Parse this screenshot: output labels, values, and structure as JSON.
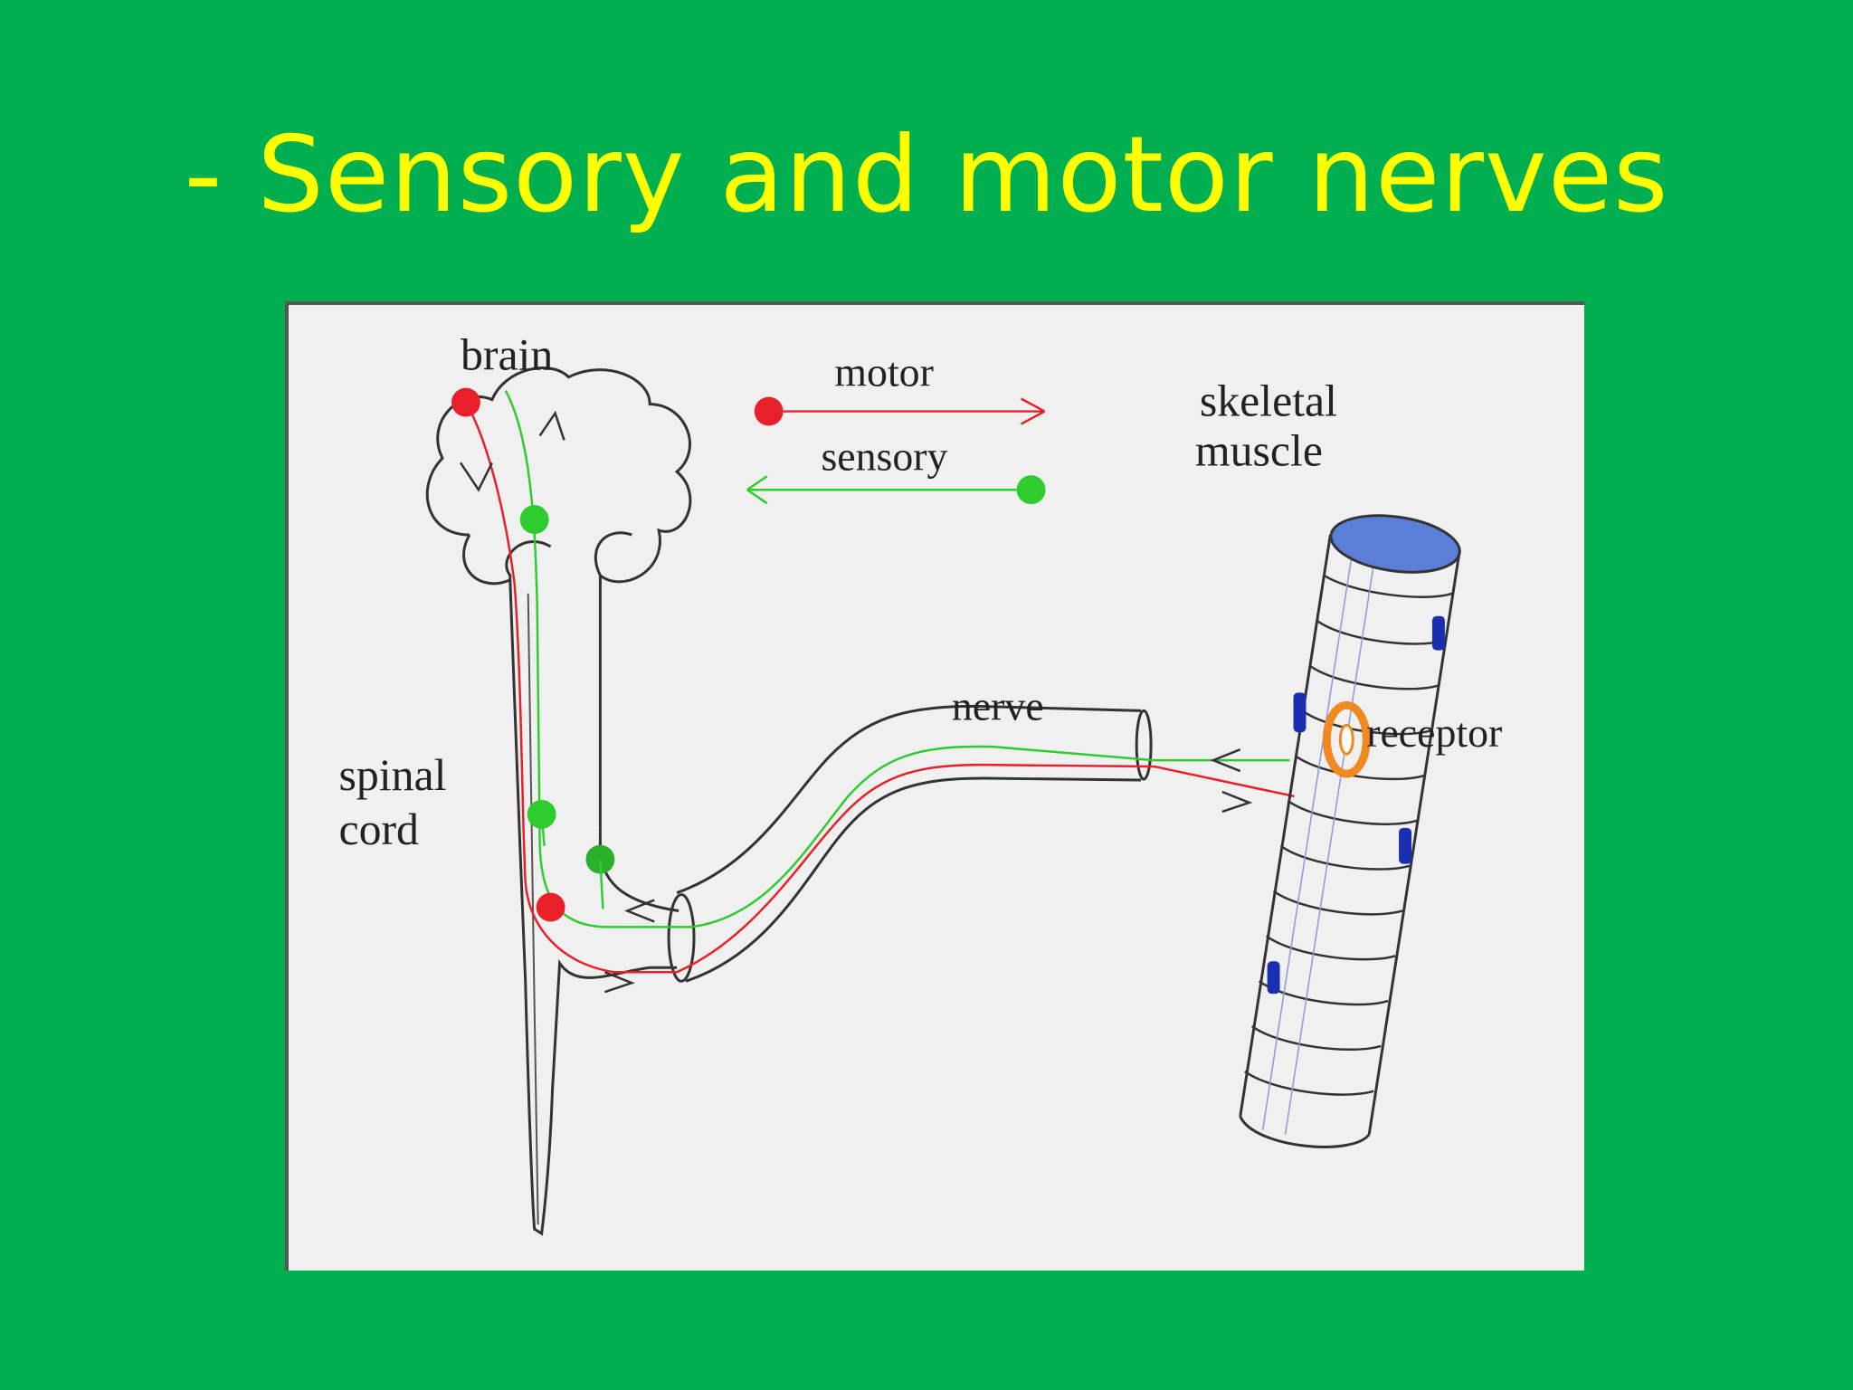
{
  "slide": {
    "title": "- Sensory and motor nerves"
  },
  "diagram": {
    "labels": {
      "brain": "brain",
      "motor": "motor",
      "sensory": "sensory",
      "skeletal_muscle_line1": "skeletal",
      "skeletal_muscle_line2": "muscle",
      "nerve": "nerve",
      "receptor": "receptor",
      "spinal_cord_line1": "spinal",
      "spinal_cord_line2": "cord"
    },
    "colors": {
      "background": "#00b050",
      "title": "#ffff00",
      "panel": "#f0f0f0",
      "motor": "#e8202a",
      "sensory": "#2ecc2e",
      "muscle_cap": "#5b7fd6",
      "muscle_marks": "#1a2fb0",
      "receptor": "#f08a20"
    }
  }
}
